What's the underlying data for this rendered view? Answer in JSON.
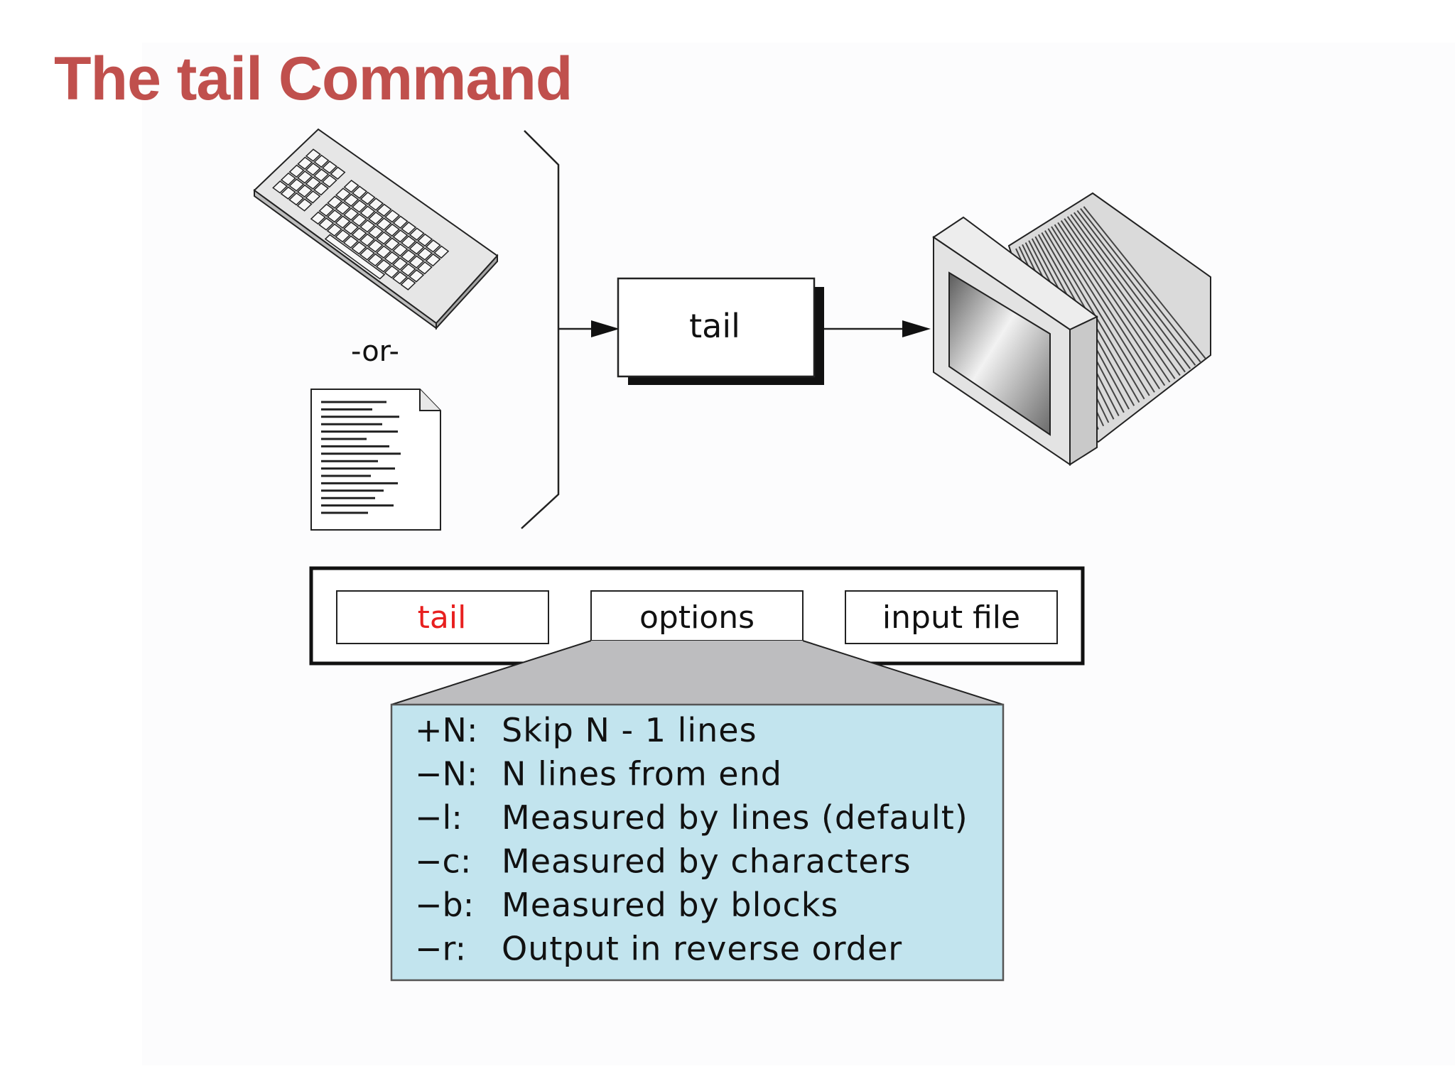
{
  "slide": {
    "title": "The tail Command"
  },
  "diagram": {
    "or_label": "-or-",
    "process_label": "tail",
    "syntax": {
      "command": "tail",
      "options": "options",
      "input_file": "input file"
    },
    "options_list": [
      {
        "flag": "+N:",
        "description": "Skip N - 1 lines"
      },
      {
        "flag": "−N:",
        "description": "N lines from end"
      },
      {
        "flag": "−l:",
        "description": "Measured by lines (default)"
      },
      {
        "flag": "−c:",
        "description": "Measured by characters"
      },
      {
        "flag": "−b:",
        "description": "Measured by blocks"
      },
      {
        "flag": "−r:",
        "description": "Output in reverse order"
      }
    ],
    "icons": [
      "keyboard-icon",
      "document-icon",
      "monitor-icon"
    ]
  },
  "colors": {
    "title": "#c0504d",
    "command_text": "#e8201f",
    "options_box_fill": "#c2e4ee",
    "callout_fill": "#bdbdbf"
  }
}
